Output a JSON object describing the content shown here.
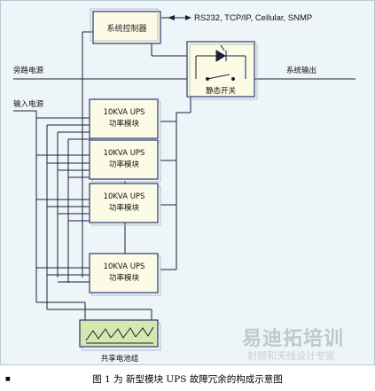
{
  "nodes": {
    "controller": "系统控制器",
    "protocols": "RS232, TCP/IP, Cellular, SNMP",
    "bypass_label": "旁路电源",
    "input_label": "输入电源",
    "output_label": "系统输出",
    "static_switch": "静态开关",
    "ups_modules": [
      {
        "line1": "10KVA UPS",
        "line2": "功率模块"
      },
      {
        "line1": "10KVA UPS",
        "line2": "功率模块"
      },
      {
        "line1": "10KVA UPS",
        "line2": "功率模块"
      },
      {
        "line1": "10KVA UPS",
        "line2": "功率模块"
      }
    ],
    "battery": "共享电池组"
  },
  "caption": "图 1 为 新型模块 UPS 故障冗余的构成示意图",
  "watermark": {
    "logo": "易迪拓培训",
    "sub": "射频和天线设计专家"
  },
  "colors": {
    "block_fill": "#fbfbe6",
    "block_border": "#2b3a6b",
    "line": "#1a1f3a",
    "background": "#eef5f8",
    "battery_fill": "#d6e8b0"
  }
}
